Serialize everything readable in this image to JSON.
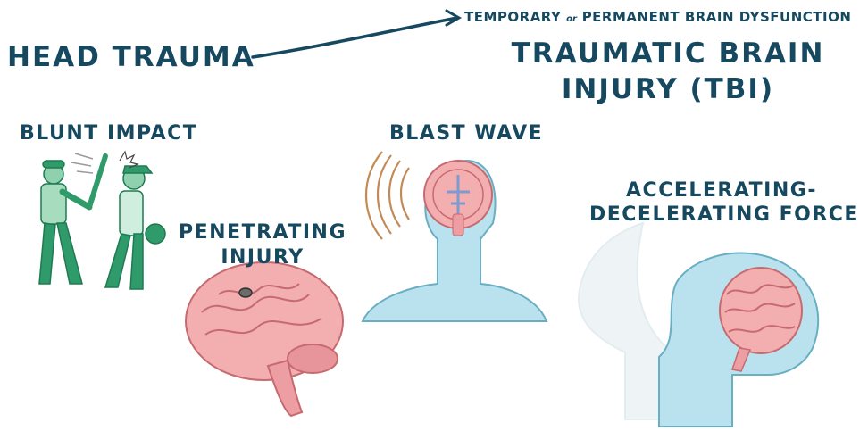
{
  "header": {
    "head_trauma": "HEAD TRAUMA",
    "dysfunction_note_a": "TEMPORARY",
    "dysfunction_note_or": "or",
    "dysfunction_note_b": "PERMANENT BRAIN DYSFUNCTION",
    "tbi_line1": "TRAUMATIC BRAIN",
    "tbi_line2": "INJURY (TBI)"
  },
  "mechanisms": {
    "blunt_impact": "BLUNT IMPACT",
    "blast_wave": "BLAST WAVE",
    "penetrating_line1": "PENETRATING",
    "penetrating_line2": "INJURY",
    "accel_line1": "ACCELERATING-",
    "accel_line2": "DECELERATING FORCE"
  },
  "colors": {
    "text": "#16495f",
    "figure_green": "#2f9a6a",
    "brain_pink": "#f0a0a3",
    "skin_blue": "#b9e2ee"
  }
}
